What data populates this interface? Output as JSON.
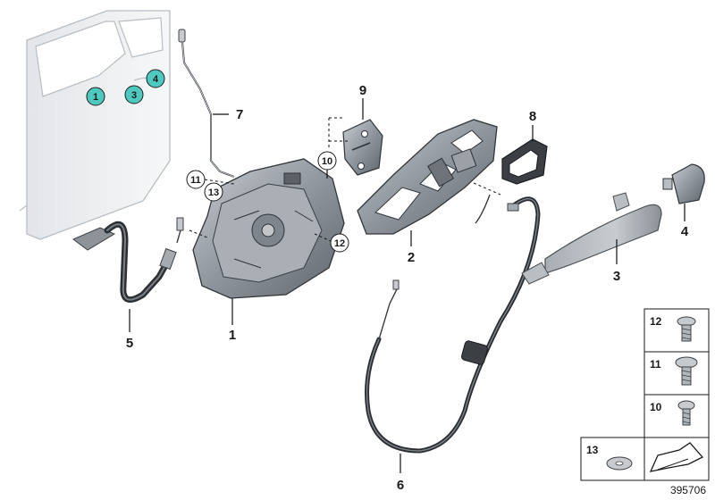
{
  "labels": {
    "p1": "1",
    "p2": "2",
    "p3": "3",
    "p4": "4",
    "p5": "5",
    "p6": "6",
    "p7": "7",
    "p8": "8",
    "p9": "9",
    "c10": "10",
    "c11": "11",
    "c12": "12",
    "c13": "13",
    "door1": "1",
    "door3": "3",
    "door4": "4"
  },
  "parts_table": [
    {
      "num": "12"
    },
    {
      "num": "11"
    },
    {
      "num": "10"
    },
    {
      "num": "13"
    }
  ],
  "reference_number": "395706",
  "colors": {
    "teal_marker": "#4ec9bf",
    "door_fill": "#eef0f2",
    "part_grey": "#9aa1a8",
    "dark_part": "#555a60"
  }
}
